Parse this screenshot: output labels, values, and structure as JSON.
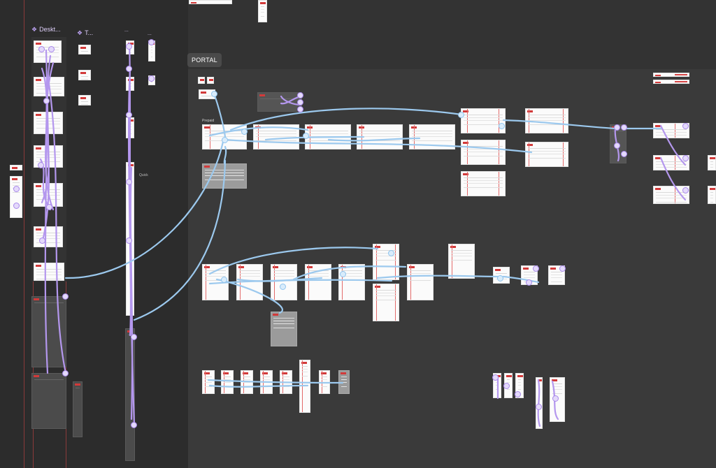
{
  "canvas": {
    "title": "",
    "sections": [
      {
        "label": "Deskt...",
        "icon": "component-diamond-icon"
      },
      {
        "label": "T...",
        "icon": "component-diamond-icon"
      },
      {
        "label": "..."
      },
      {
        "label": "..."
      }
    ],
    "portal_tag": "PORTAL",
    "present_label": "Prepaid",
    "mini_label": "Quick",
    "colors": {
      "canvas_bg": "#2c2c2c",
      "section_bg": "#3a3a3a",
      "frame_bg": "#fbfbfb",
      "accent_red": "#d23a3a",
      "prototype_purple": "#b497ee",
      "prototype_blue": "#9cc9ee"
    }
  }
}
